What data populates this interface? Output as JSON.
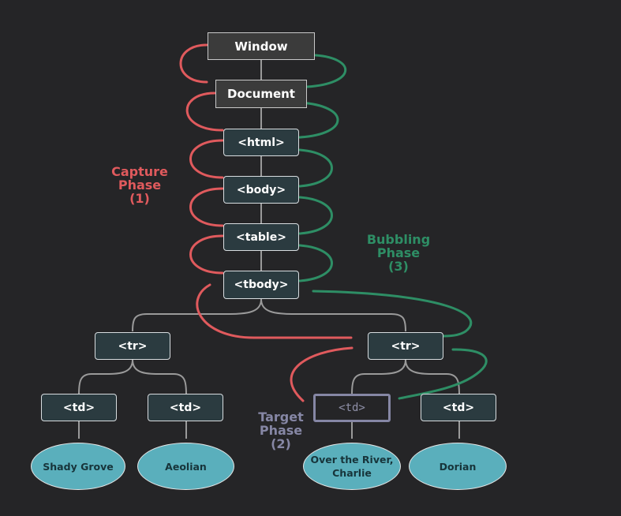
{
  "colors": {
    "background": "#252527",
    "capture": "#e05a5d",
    "bubbling": "#2e8e65",
    "target": "#8687a5",
    "connector": "#9a9a9a",
    "leaf_fill": "#5aafbc"
  },
  "nodes": {
    "window": "Window",
    "document": "Document",
    "html": "<html>",
    "body": "<body>",
    "table": "<table>",
    "tbody": "<tbody>",
    "tr_left": "<tr>",
    "tr_right": "<tr>",
    "td_1": "<td>",
    "td_2": "<td>",
    "td_target": "<td>",
    "td_4": "<td>"
  },
  "leaves": {
    "leaf_1": "Shady Grove",
    "leaf_2": "Aeolian",
    "leaf_3": "Over the River, Charlie",
    "leaf_4": "Dorian"
  },
  "labels": {
    "capture": {
      "line1": "Capture",
      "line2": "Phase",
      "line3": "(1)"
    },
    "bubbling": {
      "line1": "Bubbling",
      "line2": "Phase",
      "line3": "(3)"
    },
    "target": {
      "line1": "Target",
      "line2": "Phase",
      "line3": "(2)"
    }
  }
}
